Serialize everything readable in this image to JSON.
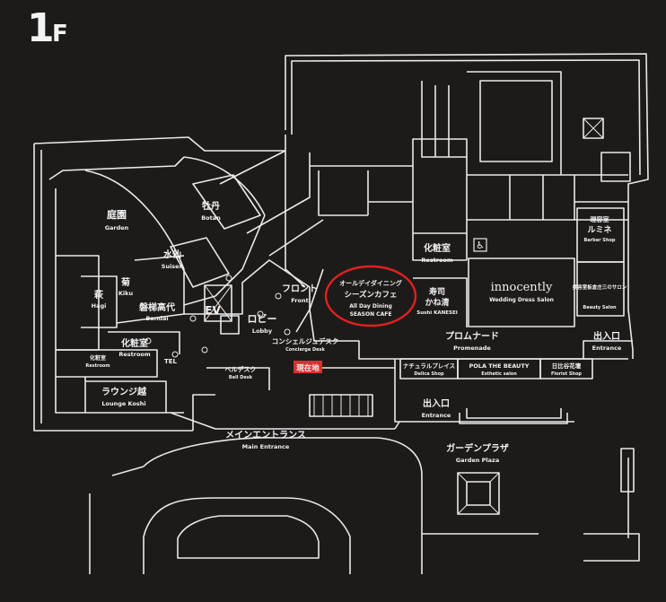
{
  "floor": {
    "number": "1",
    "suffix": "F"
  },
  "rooms": {
    "garden": {
      "jp": "庭園",
      "en": "Garden"
    },
    "botan": {
      "jp": "牡丹",
      "en": "Botan"
    },
    "suisen": {
      "jp": "水仙",
      "en": "Suisen"
    },
    "kiku": {
      "jp": "菊",
      "en": "Kiku"
    },
    "hagi": {
      "jp": "萩",
      "en": "Hagi"
    },
    "bandai": {
      "jp": "磐梯高代",
      "en": "Bandai"
    },
    "ev": {
      "jp": "EV"
    },
    "lobby": {
      "jp": "ロビー",
      "en": "Lobby"
    },
    "front": {
      "jp": "フロント",
      "en": "Front"
    },
    "restroom_left": {
      "jp": "化粧室",
      "en": "Restroom"
    },
    "restroom_small": {
      "jp": "化粧室",
      "en": "Restroom"
    },
    "tel": {
      "jp": "TEL"
    },
    "lounge": {
      "jp": "ラウンジ越",
      "en": "Lounge Koshi"
    },
    "bell_desk": {
      "jp": "ベルデスク",
      "en": "Bell Desk"
    },
    "concierge": {
      "jp": "コンシェルジュデスク",
      "en": "Concierge Desk"
    },
    "you_are_here": {
      "jp": "現在地"
    },
    "main_entrance": {
      "jp": "メインエントランス",
      "en": "Main Entrance"
    },
    "cafe": {
      "jp1": "オールデイダイニング",
      "jp2": "シーズンカフェ",
      "en1": "All Day Dining",
      "en2": "SEASON CAFE"
    },
    "restroom_right": {
      "jp": "化粧室",
      "en": "Restroom"
    },
    "sushi": {
      "jp1": "寿司",
      "jp2": "かね清",
      "en": "Sushi KANESEI"
    },
    "innocently": {
      "name": "innocently",
      "en": "Wedding Dress Salon"
    },
    "barber": {
      "jp1": "理容室",
      "jp2": "ルミネ",
      "en": "Barber Shop"
    },
    "beauty": {
      "jp": "美容室板倉庄三のサロン",
      "en": "Beauty Salon"
    },
    "promenade": {
      "jp": "プロムナード",
      "en": "Promenade"
    },
    "entrance_right": {
      "jp": "出入口",
      "en": "Entrance"
    },
    "natural_place": {
      "jp": "ナチュラルプレイス",
      "en": "Delica Shop"
    },
    "pola": {
      "jp": "POLA THE BEAUTY",
      "en": "Esthetic salon"
    },
    "florist": {
      "jp": "日比谷花壇",
      "en": "Florist Shop"
    },
    "entrance_mid": {
      "jp": "出入口",
      "en": "Entrance"
    },
    "garden_plaza": {
      "jp": "ガーデンプラザ",
      "en": "Garden Plaza"
    }
  },
  "icons": {
    "accessible": "wheelchair-icon",
    "elevator": "elevator-icon"
  },
  "colors": {
    "background": "#1d1b1a",
    "line": "#e9e9e9",
    "text": "#f1f1f1",
    "highlight": "#e02020",
    "here_marker": "#d83030"
  }
}
